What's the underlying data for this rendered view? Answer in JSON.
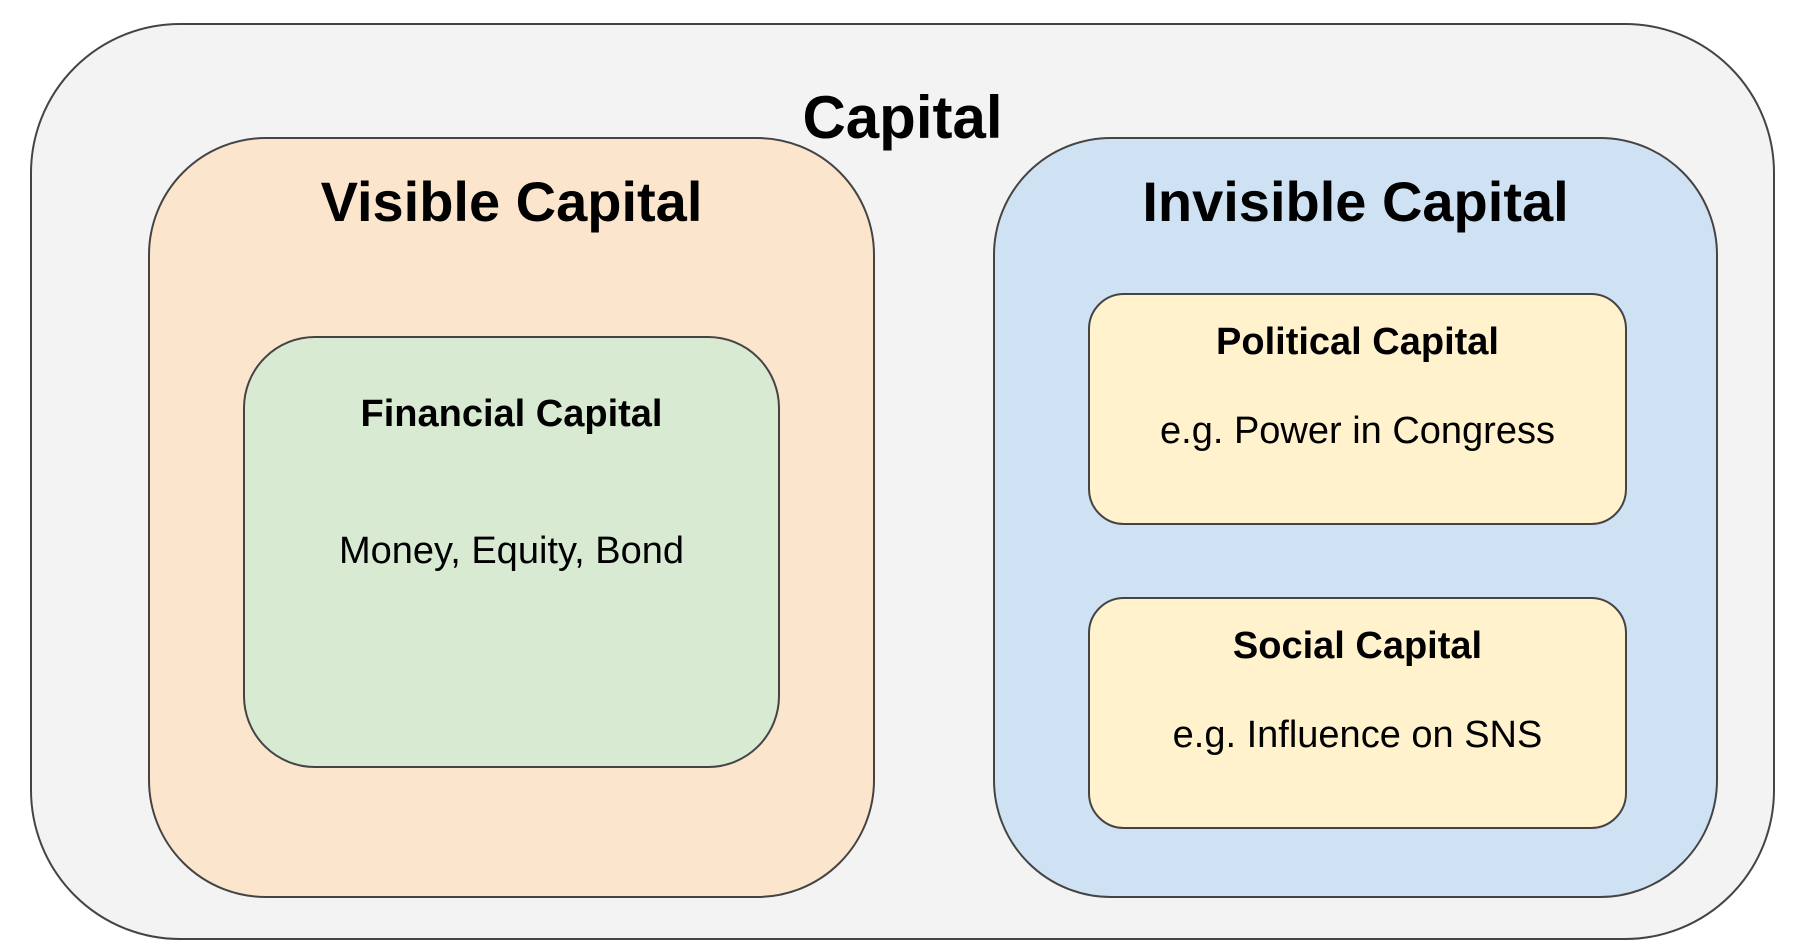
{
  "colors": {
    "outer_fill": "#f3f3f3",
    "visible_fill": "#fce5cd",
    "financial_fill": "#d9ead3",
    "invisible_fill": "#cfe2f3",
    "sub_fill": "#fff2cc",
    "border": "#444444"
  },
  "capital": {
    "title": "Capital",
    "visible": {
      "title": "Visible Capital",
      "financial": {
        "title": "Financial Capital",
        "body": "Money, Equity, Bond"
      }
    },
    "invisible": {
      "title": "Invisible Capital",
      "political": {
        "title": "Political Capital",
        "body": "e.g. Power in Congress"
      },
      "social": {
        "title": "Social Capital",
        "body": "e.g. Influence on SNS"
      }
    }
  }
}
